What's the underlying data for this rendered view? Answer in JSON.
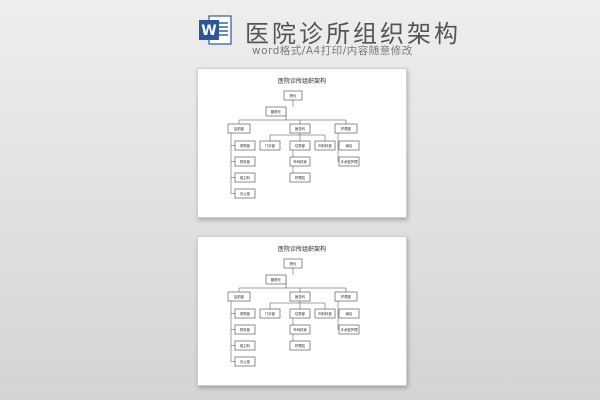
{
  "header": {
    "app_icon": "word-doc-icon",
    "app_icon_letter": "W",
    "title": "医院诊所组织架构",
    "subtitle": "word格式/A4打印/内容随意修改",
    "accent_color": "#2b5797"
  },
  "document_pages": [
    {
      "heading": "医院诊所组织架构",
      "nodes": [
        {
          "id": "n1",
          "label": "院长"
        },
        {
          "id": "n2",
          "label": "副院长"
        },
        {
          "id": "n3",
          "label": "后勤部"
        },
        {
          "id": "n4",
          "label": "医务科"
        },
        {
          "id": "n5",
          "label": "护理部"
        },
        {
          "id": "n6",
          "label": "采购部"
        },
        {
          "id": "n7",
          "label": "财务部"
        },
        {
          "id": "n8",
          "label": "保卫科"
        },
        {
          "id": "n9",
          "label": "办公室"
        },
        {
          "id": "n10",
          "label": "门诊部"
        },
        {
          "id": "n11",
          "label": "住院部"
        },
        {
          "id": "n12",
          "label": "内科科室"
        },
        {
          "id": "n13",
          "label": "外科科室"
        },
        {
          "id": "n14",
          "label": "护理站"
        },
        {
          "id": "n15",
          "label": "病区"
        },
        {
          "id": "n16",
          "label": "手术室护理"
        }
      ]
    },
    {
      "heading": "医院诊所组织架构",
      "nodes": [
        {
          "id": "n1",
          "label": "院长"
        },
        {
          "id": "n2",
          "label": "副院长"
        },
        {
          "id": "n3",
          "label": "后勤部"
        },
        {
          "id": "n4",
          "label": "医务科"
        },
        {
          "id": "n5",
          "label": "护理部"
        },
        {
          "id": "n6",
          "label": "采购部"
        },
        {
          "id": "n7",
          "label": "财务部"
        },
        {
          "id": "n8",
          "label": "保卫科"
        },
        {
          "id": "n9",
          "label": "办公室"
        },
        {
          "id": "n10",
          "label": "门诊部"
        },
        {
          "id": "n11",
          "label": "住院部"
        },
        {
          "id": "n12",
          "label": "内科科室"
        },
        {
          "id": "n13",
          "label": "外科科室"
        },
        {
          "id": "n14",
          "label": "护理站"
        },
        {
          "id": "n15",
          "label": "病区"
        },
        {
          "id": "n16",
          "label": "手术室护理"
        }
      ]
    }
  ]
}
